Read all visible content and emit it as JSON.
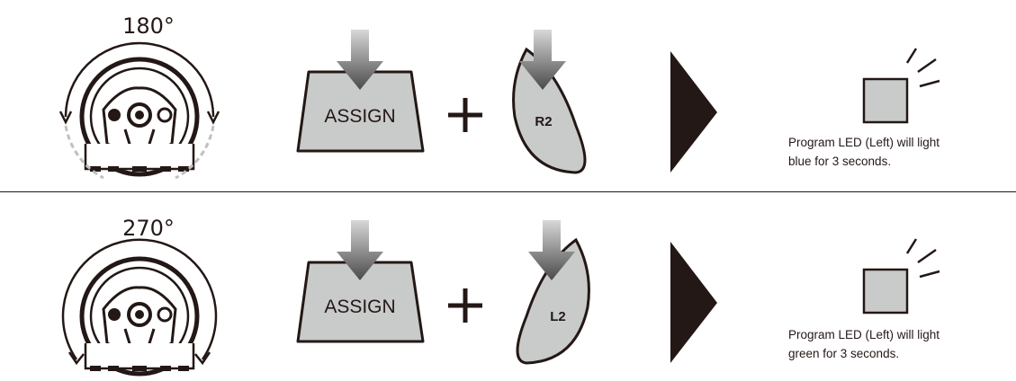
{
  "rows": [
    {
      "angle": "180°",
      "key_label": "ASSIGN",
      "trigger_label": "R2",
      "note_line1": "Program LED (Left) will light",
      "note_line2": "blue for 3 seconds."
    },
    {
      "angle": "270°",
      "key_label": "ASSIGN",
      "trigger_label": "L2",
      "note_line1": "Program LED (Left) will light",
      "note_line2": "green for 3 seconds."
    }
  ],
  "colors": {
    "ink": "#231815",
    "key_fill": "#c9caca",
    "arc_dashed": "#c0c0c0"
  }
}
